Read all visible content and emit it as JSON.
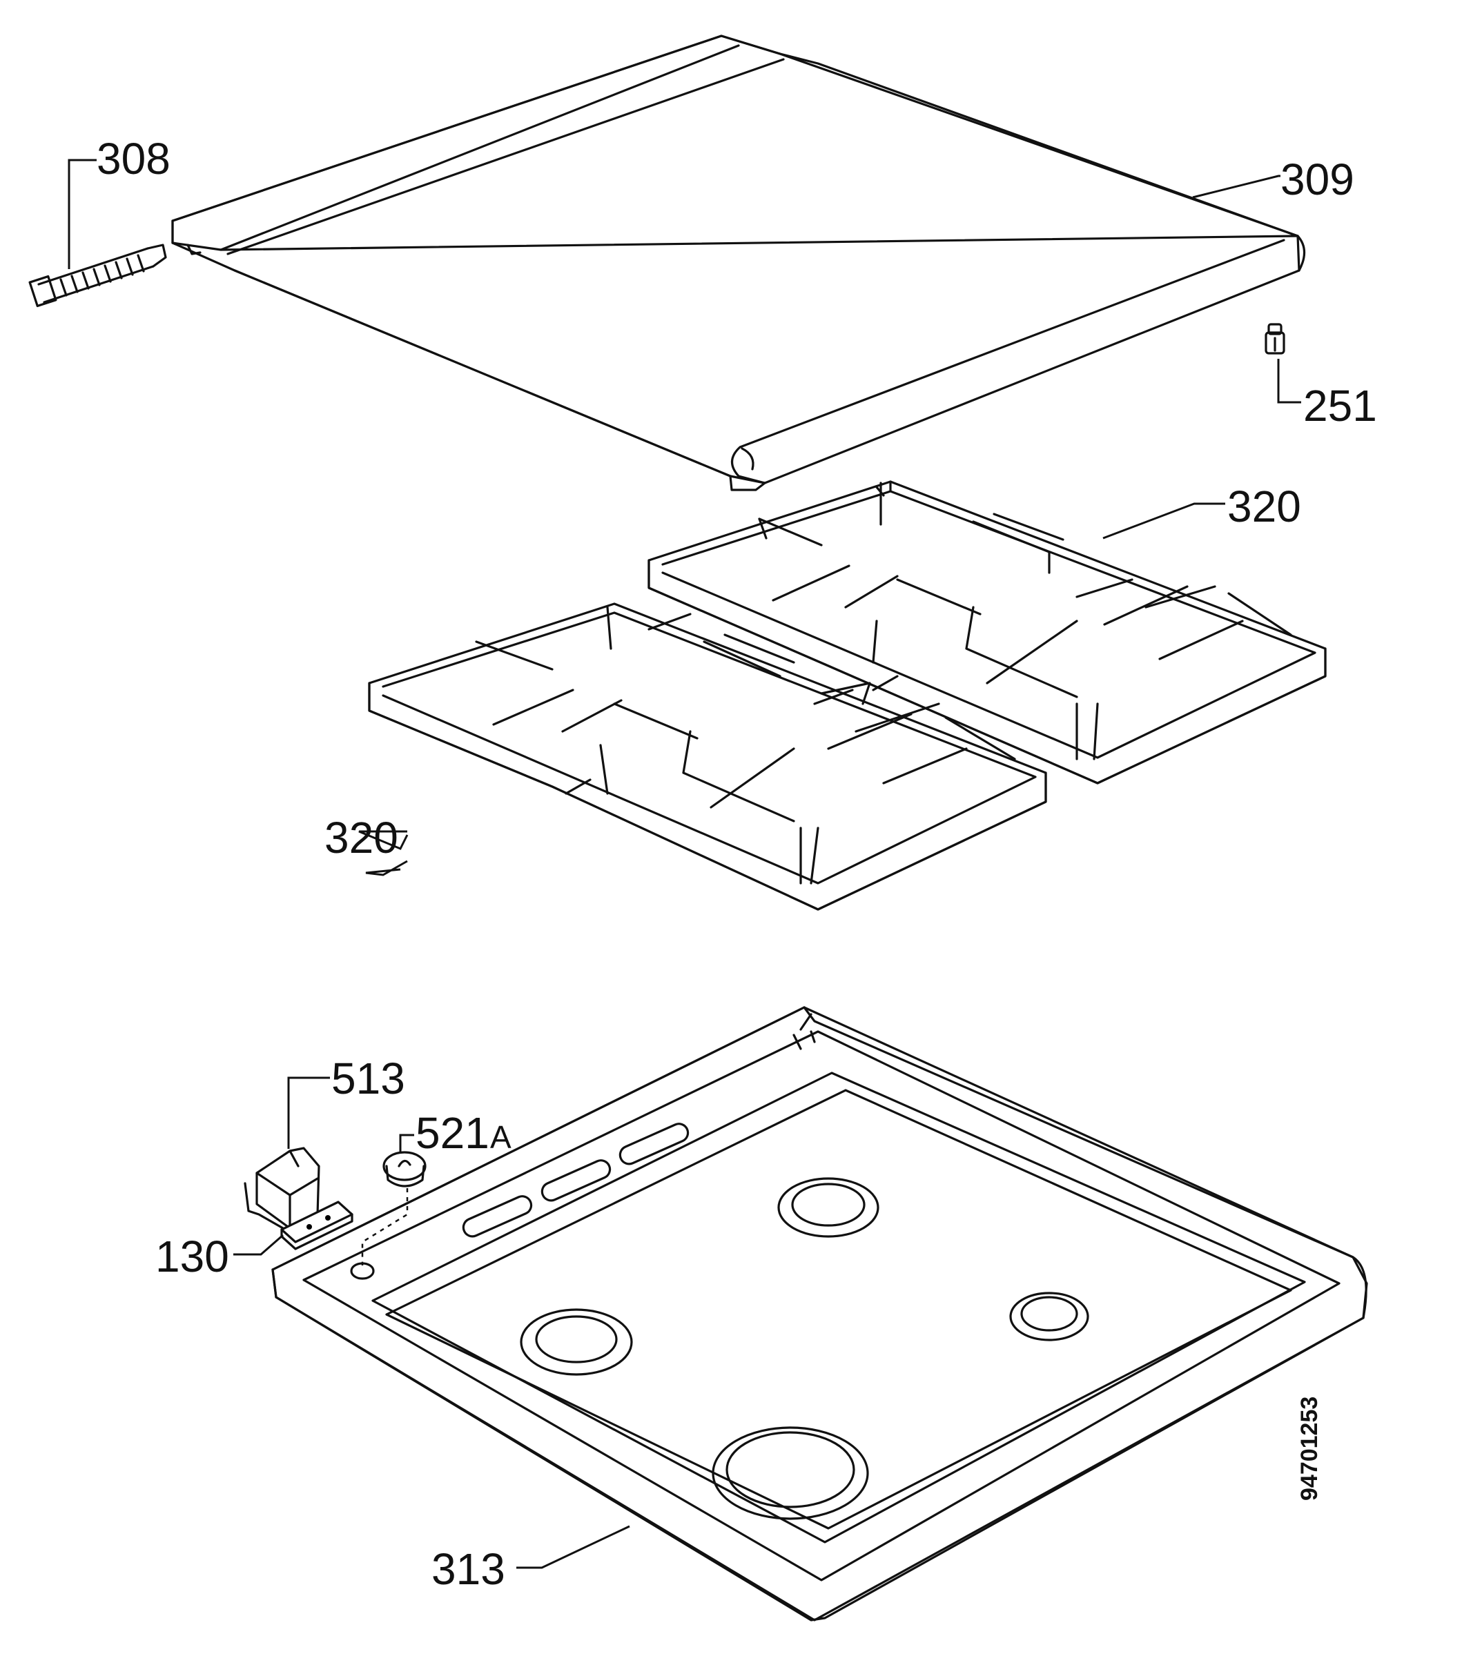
{
  "callouts": {
    "p308": "308",
    "p309": "309",
    "p251": "251",
    "p320_upper": "320",
    "p320_lower": "320",
    "p513": "513",
    "p521": "521",
    "p521_suffix": "A",
    "p130": "130",
    "p313": "313"
  },
  "drawing_number": "94701253",
  "colors": {
    "ink": "#111111",
    "paper": "#ffffff"
  }
}
